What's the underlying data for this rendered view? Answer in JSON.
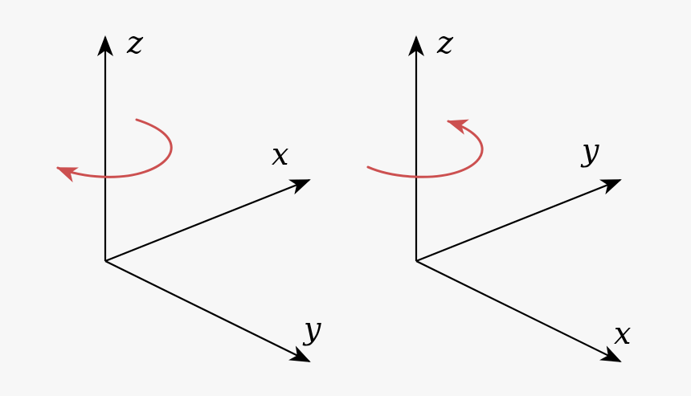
{
  "diagram": {
    "left": {
      "vertical_label": "z",
      "upper_label": "x",
      "lower_label": "y",
      "rotation": "clockwise"
    },
    "right": {
      "vertical_label": "z",
      "upper_label": "y",
      "lower_label": "x",
      "rotation": "counterclockwise"
    },
    "colors": {
      "axis": "#000000",
      "rotation_arrow": "#cc5050",
      "background": "#f7f7f7"
    }
  }
}
